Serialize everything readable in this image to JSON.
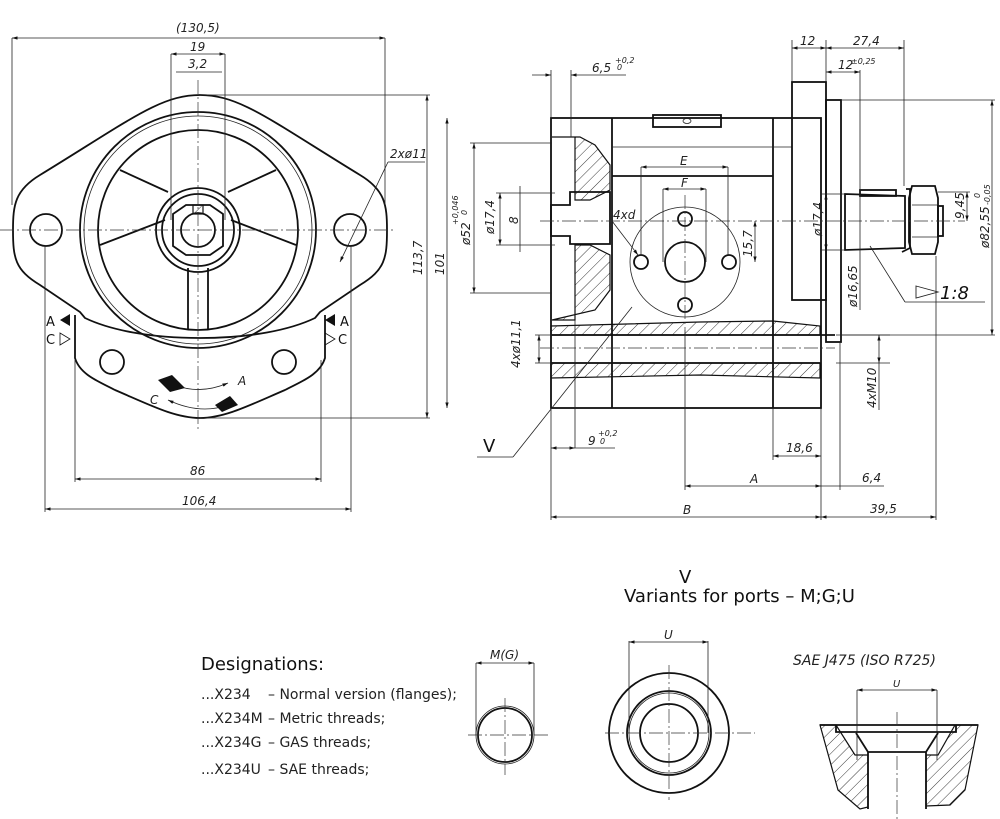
{
  "front_view": {
    "dims": {
      "overall_width": "(130,5)",
      "shaft_width": "19",
      "key_width": "3,2",
      "holes": "2xø11",
      "height_total": "113,7",
      "height_body": "101",
      "rear_bolt_span": "86",
      "rear_width": "106,4"
    },
    "rotation_markers": {
      "a_label": "A",
      "c_label": "C"
    }
  },
  "side_view": {
    "dims": {
      "flange_recess": "6,5",
      "flange_recess_tol": "+0,2",
      "flange_recess_tol_low": "0",
      "pilot_dia": "ø52",
      "pilot_tol_up": "+0,046",
      "pilot_tol_low": "0",
      "key_dia_rear": "ø17,4",
      "rear_key": "8",
      "port_holes": "4xd",
      "port_e": "E",
      "port_f": "F",
      "port_offset": "15,7",
      "flange_thick": "12",
      "shaft_len": "27,4",
      "taper_start": "12",
      "taper_tol": "±0,25",
      "shaft_dia": "ø17,4",
      "taper_dia": "ø16,65",
      "nut_h": "9,45",
      "flange_pilot": "ø82,55",
      "flange_pilot_tol_up": "0",
      "flange_pilot_tol_low": "-0,05",
      "taper": "1:8",
      "through_holes": "4xø11,1",
      "threads": "4xM10",
      "rear_offset": "9",
      "rear_offset_tol": "+0,2",
      "rear_offset_tol_low": "0",
      "dim_186": "18,6",
      "dim_a": "A",
      "dim_64": "6,4",
      "dim_b": "B",
      "dim_395": "39,5",
      "view_label": "V"
    }
  },
  "variants": {
    "view_letter": "V",
    "title": "Variants for ports – M;G;U",
    "m_label": "M(G)",
    "u_label": "U",
    "sae_title": "SAE J475 (ISO R725)",
    "sae_u_label": "U"
  },
  "designations": {
    "heading": "Designations:",
    "items": [
      {
        "code": "...X234",
        "desc": "–  Normal version (flanges);"
      },
      {
        "code": "...X234M",
        "desc": "–  Metric threads;"
      },
      {
        "code": "...X234G",
        "desc": "–  GAS threads;"
      },
      {
        "code": "...X234U",
        "desc": "–  SAE threads;"
      }
    ]
  }
}
